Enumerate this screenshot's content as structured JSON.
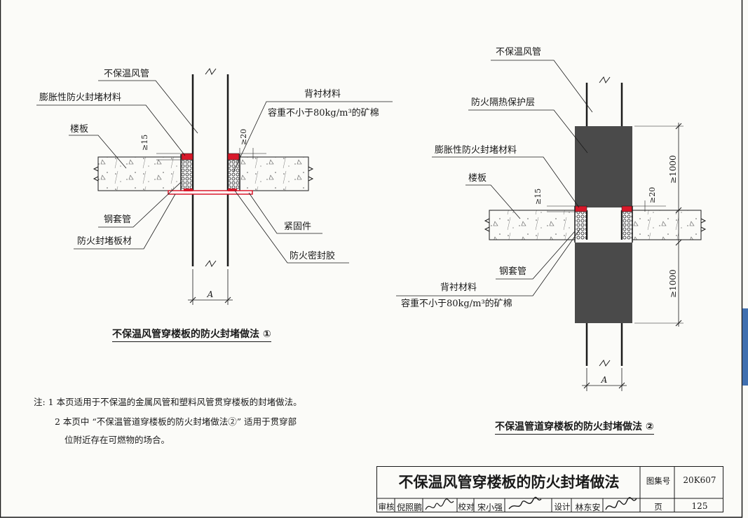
{
  "diagram1": {
    "labels": {
      "duct": "不保温风管",
      "intumescent": "膨胀性防火封堵材料",
      "floor": "楼板",
      "backing_title": "背衬材料",
      "backing_desc": "容重不小于80kg/m³的矿棉",
      "dim_15": "≥15",
      "dim_20": "≥20",
      "sleeve": "钢套管",
      "board": "防火封堵板材",
      "fastener": "紧固件",
      "sealant": "防火密封胶",
      "dim_a": "A"
    },
    "caption": "不保温风管穿楼板的防火封堵做法 ①"
  },
  "diagram2": {
    "labels": {
      "duct": "不保温风管",
      "protect": "防火隔热保护层",
      "intumescent": "膨胀性防火封堵材料",
      "floor": "楼板",
      "dim_15": "≥15",
      "dim_20": "≥20",
      "dim_1000_top": "≥1000",
      "dim_1000_bottom": "≥1000",
      "sleeve": "钢套管",
      "backing_title": "背衬材料",
      "backing_desc": "容重不小于80kg/m³的矿棉",
      "dim_a": "A"
    },
    "caption": "不保温管道穿楼板的防火封堵做法 ②"
  },
  "notes": {
    "line1": "注: 1 本页适用于不保温的金属风管和塑料风管贯穿楼板的封堵做法。",
    "line2": "2 本页中 “不保温管道穿楼板的防火封堵做法②” 适用于贯穿部",
    "line3": "位附近存在可燃物的场合。"
  },
  "title_block": {
    "title": "不保温风管穿楼板的防火封堵做法",
    "atlas_label": "图集号",
    "atlas_no": "20K607",
    "review_label": "审核",
    "reviewer": "倪照鹏",
    "check_label": "校对",
    "checker": "宋小强",
    "design_label": "设计",
    "designer": "林东安",
    "page_label": "页",
    "page_no": "125"
  },
  "colors": {
    "fire_seal": "#d8182a",
    "protect_layer": "#4a4a4a",
    "line": "#1a1a1a",
    "edge_tab": "#3f6fb0"
  }
}
